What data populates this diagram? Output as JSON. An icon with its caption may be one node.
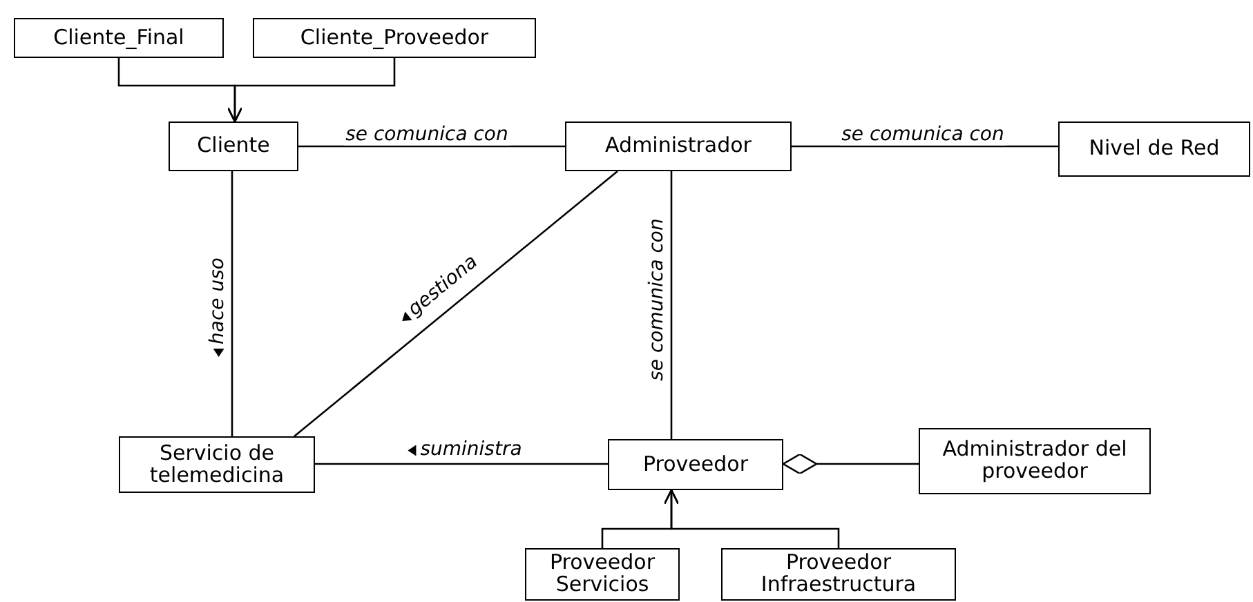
{
  "diagram": {
    "nodes": [
      {
        "text": [
          "Cliente_Final"
        ]
      },
      {
        "text": [
          "Cliente_Proveedor"
        ]
      },
      {
        "text": [
          "Cliente"
        ]
      },
      {
        "text": [
          "Administrador"
        ]
      },
      {
        "text": [
          "Nivel de Red"
        ]
      },
      {
        "text": [
          "Servicio de telemedicina"
        ]
      },
      {
        "text": [
          "Proveedor"
        ]
      },
      {
        "text": [
          "Administrador del proveedor"
        ]
      },
      {
        "text": [
          "Proveedor Servicios"
        ]
      },
      {
        "text": [
          "Proveedor Infraestructura"
        ]
      }
    ],
    "edges": [
      {
        "from": 0,
        "to": 2,
        "arrow": "to"
      },
      {
        "from": 1,
        "to": 2,
        "arrow": "to"
      },
      {
        "from": 2,
        "to": 3,
        "arrow": "none",
        "label": "se comunica con"
      },
      {
        "from": 3,
        "to": 4,
        "arrow": "none",
        "label": "se comunica con"
      },
      {
        "from": 2,
        "to": 5,
        "arrow": "none",
        "label": "hace uso"
      },
      {
        "from": 3,
        "to": 5,
        "arrow": "none",
        "label": "gestiona"
      },
      {
        "from": 3,
        "to": 6,
        "arrow": "none",
        "label": "se comunica con"
      },
      {
        "from": 6,
        "to": 5,
        "arrow": "none",
        "label": "suministra"
      },
      {
        "from": 6,
        "to": 7,
        "arrow": "other"
      },
      {
        "from": 8,
        "to": 6,
        "arrow": "to"
      },
      {
        "from": 9,
        "to": 6,
        "arrow": "to"
      }
    ]
  }
}
